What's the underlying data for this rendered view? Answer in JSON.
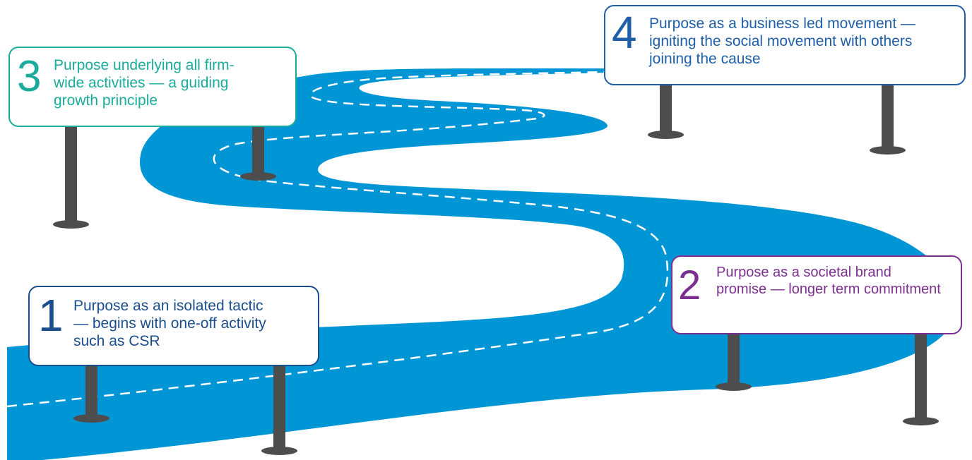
{
  "stages": [
    {
      "number": "1",
      "text": "Purpose as an isolated tactic — begins with one-off activity such as CSR",
      "color": "#1a4e8c"
    },
    {
      "number": "2",
      "text": "Purpose as a societal brand promise — longer term commitment",
      "color": "#7b2f8e"
    },
    {
      "number": "3",
      "text": "Purpose underlying all firm-wide activities — a guiding growth principle",
      "color": "#1aab9b"
    },
    {
      "number": "4",
      "text": "Purpose as a business led movement — igniting the social movement with others joining the cause",
      "color": "#1f5fa8"
    }
  ],
  "colors": {
    "road": "#0096d6",
    "road_dash": "#ffffff",
    "post": "#4d4d4d",
    "background": "#ffffff"
  },
  "icons": [
    "road-shape",
    "signpost"
  ]
}
